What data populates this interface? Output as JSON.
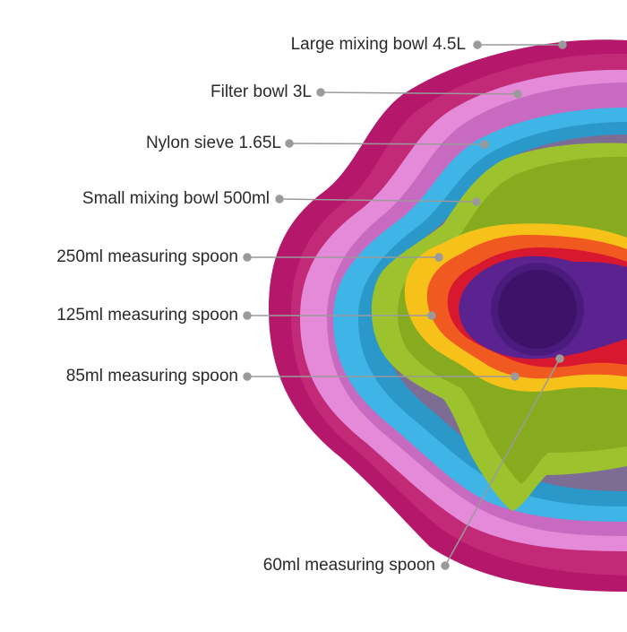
{
  "labels": {
    "large_mixing_bowl": "Large mixing bowl 4.5L",
    "filter_bowl": "Filter bowl 3L",
    "nylon_sieve": "Nylon sieve 1.65L",
    "small_mixing_bowl": "Small mixing bowl 500ml",
    "spoon_250": "250ml measuring spoon",
    "spoon_125": "125ml measuring spoon",
    "spoon_85": "85ml measuring spoon",
    "spoon_60": "60ml measuring spoon"
  },
  "colors": {
    "large_mixing_bowl": "#b5186a",
    "filter_bowl": "#e58ad8",
    "nylon_sieve": "#3fb4e6",
    "small_mixing_bowl": "#9cc22e",
    "spoon_250": "#f6c21a",
    "spoon_125": "#f0591f",
    "spoon_85": "#d8182e",
    "spoon_60": "#5a2390",
    "leader_line": "#9a9a9a",
    "label_text": "#2a2a2a"
  }
}
